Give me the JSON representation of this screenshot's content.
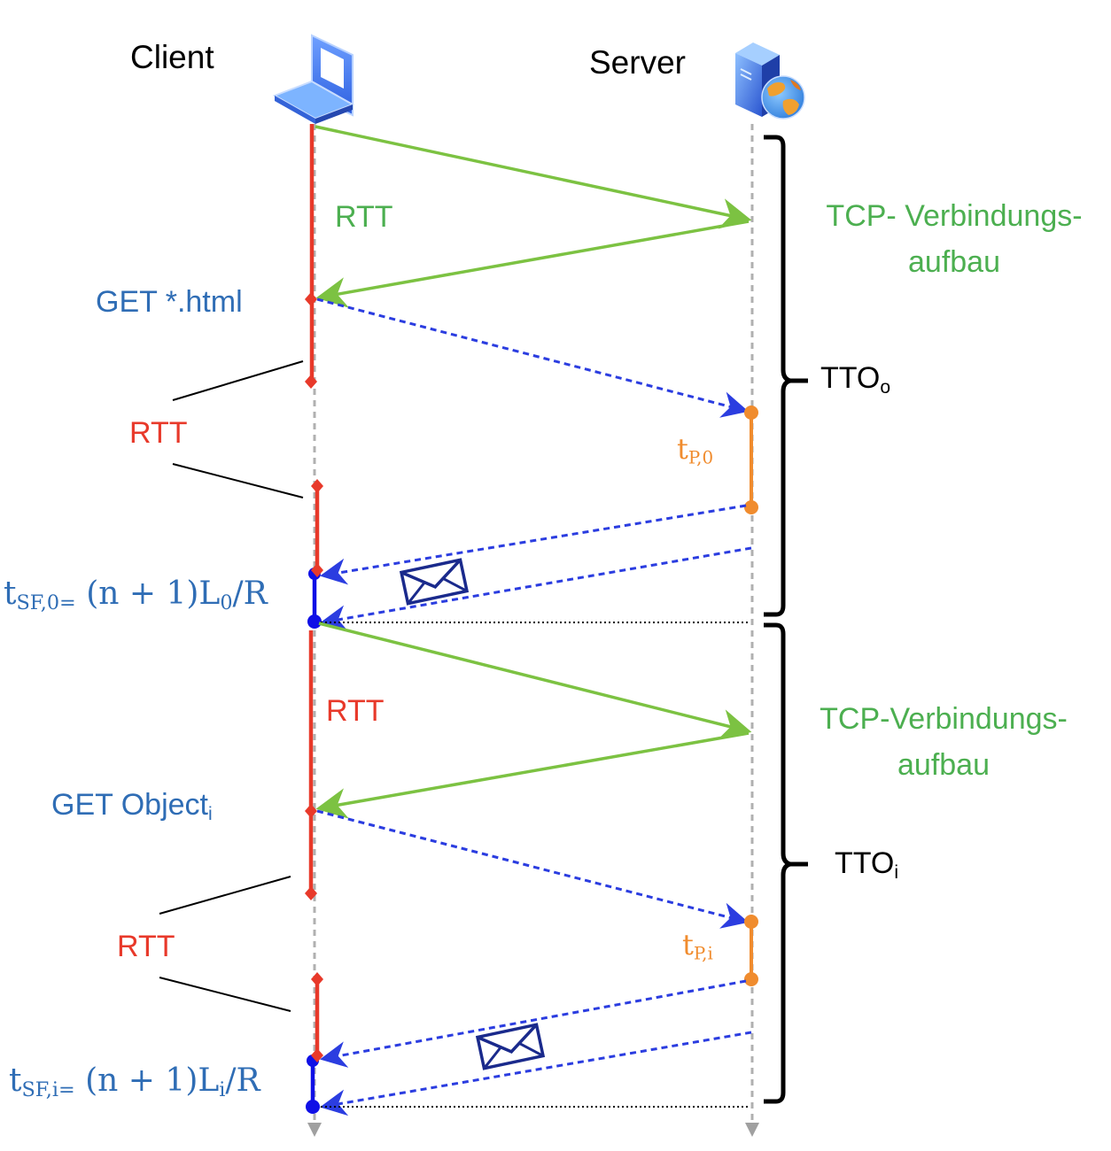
{
  "diagram": {
    "type": "sequence",
    "participants": {
      "client": {
        "label": "Client",
        "icon": "laptop-icon"
      },
      "server": {
        "label": "Server",
        "icon": "web-server-icon"
      }
    },
    "colors": {
      "tcp_handshake": "#7cc242",
      "request_dashed": "#2b3de0",
      "client_active": "#e8392a",
      "transfer": "#1010e6",
      "processing": "#f08c2e",
      "lifeline": "#b0b0b0",
      "brace": "#000000",
      "envelope": "#1a2a8c"
    },
    "phase_0": {
      "handshake_label": "RTT",
      "tcp_label_line1": "TCP- Verbindungs-",
      "tcp_label_line2": "aufbau",
      "request_label": "GET *.html",
      "rtt_label": "RTT",
      "processing_label_main": "t",
      "processing_label_sub": "P,0",
      "transfer_label_main": "t",
      "transfer_label_sub": "SF,0=",
      "transfer_label_formula": " (n + 1)L",
      "transfer_label_formula_sub": "0",
      "transfer_label_tail": "/R",
      "total_label_main": "TTO",
      "total_label_sub": "o",
      "message_icon": "envelope-icon"
    },
    "phase_i": {
      "handshake_label": "RTT",
      "tcp_label_line1": "TCP-Verbindungs-",
      "tcp_label_line2": "aufbau",
      "request_label_main": "GET Object",
      "request_label_sub": "i",
      "rtt_label": "RTT",
      "processing_label_main": "t",
      "processing_label_sub": "P,i",
      "transfer_label_main": "t",
      "transfer_label_sub": "SF,i=",
      "transfer_label_formula": " (n + 1)L",
      "transfer_label_formula_sub": "i",
      "transfer_label_tail": "/R",
      "total_label_main": "TTO",
      "total_label_sub": "i",
      "message_icon": "envelope-icon"
    }
  }
}
